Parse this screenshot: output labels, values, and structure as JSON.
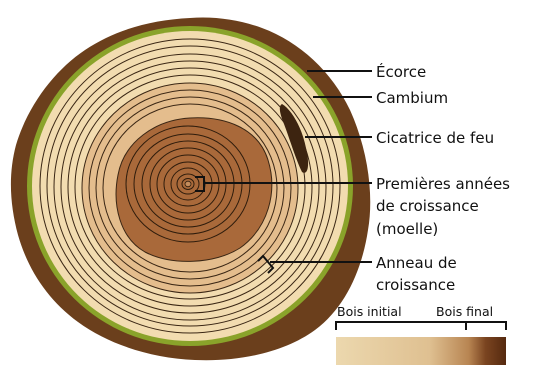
{
  "labels": {
    "ecorce": "Écorce",
    "cambium": "Cambium",
    "cicatrice": "Cicatrice de feu",
    "premieres_line1": "Premières années",
    "premieres_line2": "de croissance",
    "premieres_line3": "(moelle)",
    "anneau_line1": "Anneau de",
    "anneau_line2": "croissance",
    "bois_initial": "Bois initial",
    "bois_final": "Bois final"
  },
  "colors": {
    "bark": "#6b3f1c",
    "cambium": "#8aa32a",
    "sapwood": "#f2dcb0",
    "heartwood_light": "#d9a574",
    "heartwood_dark": "#a9693a",
    "scar": "#3d2410",
    "ring_line": "#3a2614",
    "gradient_start": "#e9d3a8",
    "gradient_end": "#5c2f12"
  }
}
